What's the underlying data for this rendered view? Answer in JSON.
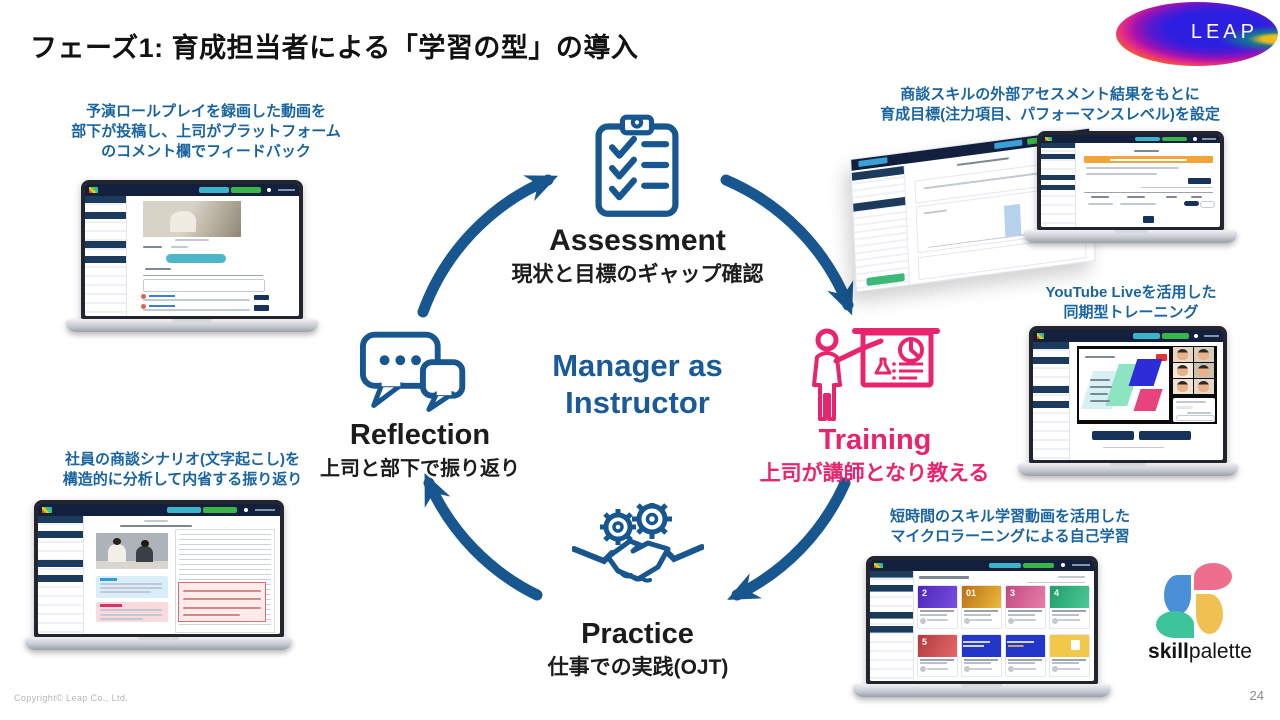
{
  "header": {
    "title": "フェーズ1: 育成担当者による「学習の型」の導入",
    "leap": "LEAP"
  },
  "cycle": {
    "center": [
      "Manager as",
      "Instructor"
    ],
    "assessment": {
      "label": "Assessment",
      "desc": "現状と目標のギャップ確認"
    },
    "training": {
      "label": "Training",
      "desc": "上司が講師となり教える"
    },
    "practice": {
      "label": "Practice",
      "desc": "仕事での実践(OJT)"
    },
    "reflection": {
      "label": "Reflection",
      "desc": "上司と部下で振り返り"
    }
  },
  "annotations": {
    "roleplay": [
      "予演ロールプレイを録画した動画を",
      "部下が投稿し、上司がプラットフォーム",
      "のコメント欄でフィードバック"
    ],
    "assessment_setting": [
      "商談スキルの外部アセスメント結果をもとに",
      "育成目標(注力項目、パフォーマンスレベル)を設定"
    ],
    "youtube_live": [
      "YouTube Liveを活用した",
      "同期型トレーニング"
    ],
    "microlearning": [
      "短時間のスキル学習動画を活用した",
      "マイクロラーニングによる自己学習"
    ],
    "reflection_note": [
      "社員の商談シナリオ(文字起こし)を",
      "構造的に分析して内省する振り返り"
    ]
  },
  "micro": {
    "cards": [
      "2",
      "01",
      "3",
      "4",
      "5",
      "",
      "",
      ""
    ]
  },
  "logo": {
    "skill": "skill",
    "palette": "palette"
  },
  "footer": {
    "copyright": "Copyright© Leap Co., Ltd.",
    "page_number": "24"
  },
  "colors": {
    "cycle_blue": "#17568e",
    "manager_blue": "#1a5a96",
    "annotation_blue": "#1a64a0",
    "training_pink": "#e9246e",
    "text_black": "#1c1c1c"
  }
}
